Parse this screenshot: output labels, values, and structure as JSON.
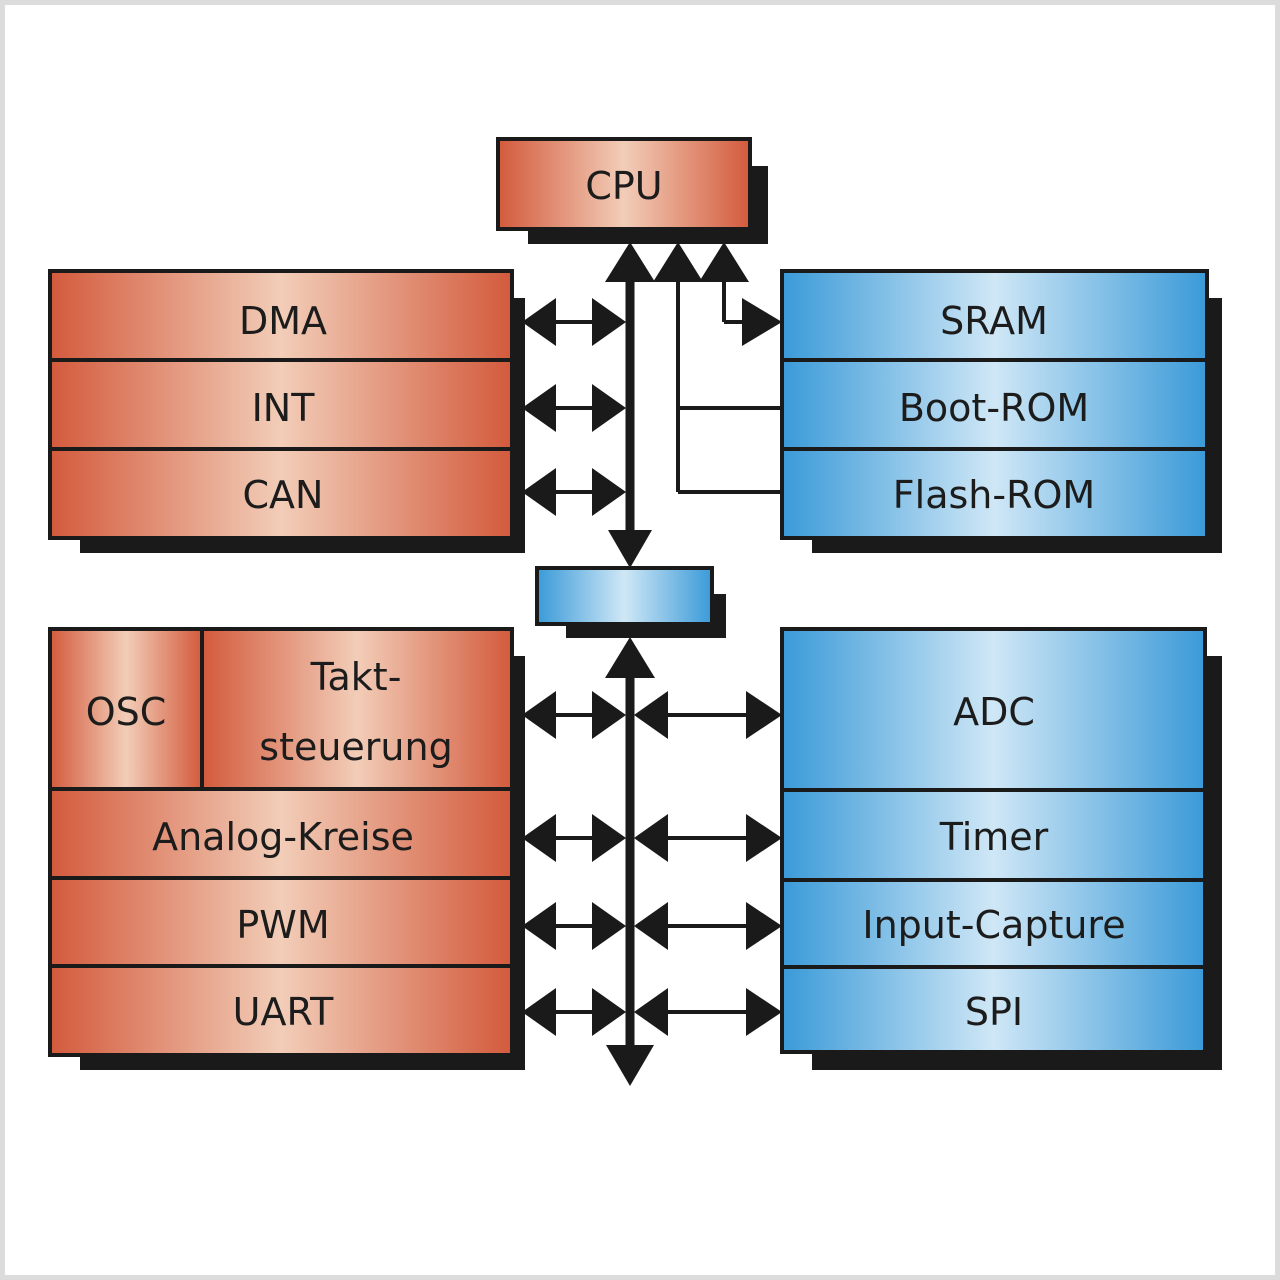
{
  "diagram": {
    "type": "microcontroller-block-diagram",
    "colors": {
      "peripheral_red_edge": "#d35a3c",
      "peripheral_red_center": "#f2cdb8",
      "memory_blue_edge": "#3a9ad8",
      "memory_blue_center": "#cfe7f6",
      "outline": "#1a1a1a",
      "shadow": "#1a1a1a"
    },
    "cpu": {
      "label": "CPU"
    },
    "left_top": [
      {
        "id": "dma",
        "label": "DMA"
      },
      {
        "id": "int",
        "label": "INT"
      },
      {
        "id": "can",
        "label": "CAN"
      }
    ],
    "right_top": [
      {
        "id": "sram",
        "label": "SRAM"
      },
      {
        "id": "boot-rom",
        "label": "Boot-ROM"
      },
      {
        "id": "flash-rom",
        "label": "Flash-ROM"
      }
    ],
    "bus_bridge": {
      "label": ""
    },
    "left_bottom": {
      "osc": {
        "label": "OSC"
      },
      "takt": {
        "line1": "Takt-",
        "line2": "steuerung"
      },
      "rows": [
        {
          "id": "analog",
          "label": "Analog-Kreise"
        },
        {
          "id": "pwm",
          "label": "PWM"
        },
        {
          "id": "uart",
          "label": "UART"
        }
      ]
    },
    "right_bottom": [
      {
        "id": "adc",
        "label": "ADC"
      },
      {
        "id": "timer",
        "label": "Timer"
      },
      {
        "id": "input-capture",
        "label": "Input-Capture"
      },
      {
        "id": "spi",
        "label": "SPI"
      }
    ]
  }
}
